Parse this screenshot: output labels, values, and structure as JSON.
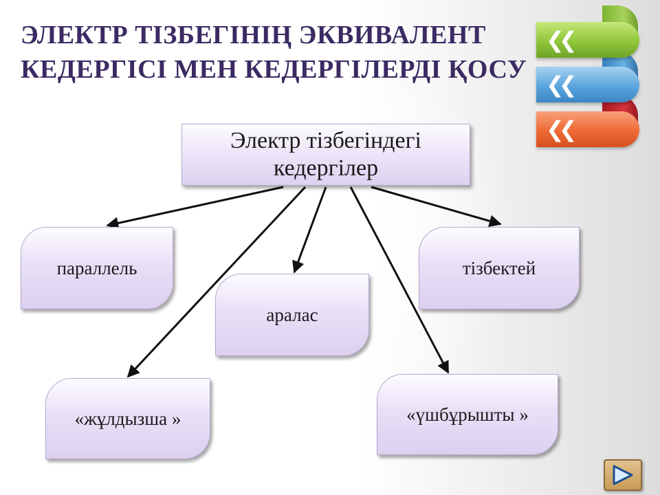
{
  "title": {
    "line1": "ЭЛЕКТР ТІЗБЕГІНІҢ ЭКВИВАЛЕНТ",
    "line2": "КЕДЕРГІСІ МЕН КЕДЕРГІЛЕРДІ ҚОСУ"
  },
  "diagram": {
    "root": "Электр тізбегіндегі кедергілер",
    "nodes": {
      "parallel": "параллель",
      "mixed": "аралас",
      "series": "тізбектей",
      "star": "«жұлдызша »",
      "triangle": "«үшбұрышты »"
    }
  },
  "decor": {
    "ribbon_colors": [
      "#8fc63a",
      "#5aa5dd",
      "#ee6a35"
    ],
    "ribbon_icon": "double-chevron-left-icon"
  },
  "nav": {
    "next_icon": "play-triangle-icon"
  }
}
